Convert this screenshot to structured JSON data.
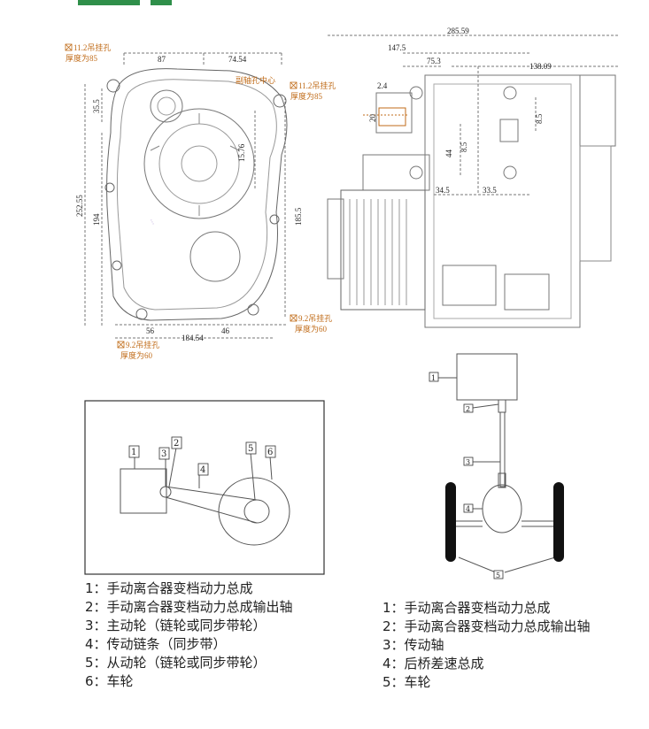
{
  "engine_drawing": {
    "labels": {
      "hole_tl_1": "11.2吊挂孔",
      "hole_tl_2": "厚度为85",
      "sub_shaft": "副轴孔中心",
      "hole_tr_1": "11.2吊挂孔",
      "hole_tr_2": "厚度为85",
      "hole_br_1": "9.2吊挂孔",
      "hole_br_2": "厚度为60",
      "hole_bl_1": "9.2吊挂孔",
      "hole_bl_2": "厚度为60"
    },
    "dims_left": {
      "d87": "87",
      "d7454": "74.54",
      "d355": "35.5",
      "d1576": "15.76",
      "d25255": "252.55",
      "d194": "194",
      "d1855": "185.5",
      "d56": "56",
      "d46": "46",
      "d18454": "184.54"
    },
    "dims_right": {
      "d28559": "285.59",
      "d1475": "147.5",
      "d753": "75.3",
      "d13809": "138.09",
      "d24": "2.4",
      "d20": "20",
      "d85a": "8.5",
      "d85b": "8.5",
      "d44": "44",
      "d345": "34.5",
      "d335": "33.5"
    }
  },
  "diagram1": {
    "callouts": [
      "1",
      "2",
      "3",
      "4",
      "5",
      "6"
    ]
  },
  "diagram2": {
    "callouts": [
      "1",
      "2",
      "3",
      "4",
      "5"
    ]
  },
  "legend1": [
    "1：手动离合器变档动力总成",
    "2：手动离合器变档动力总成输出轴",
    "3：主动轮（链轮或同步带轮）",
    "4：传动链条（同步带）",
    "5：从动轮（链轮或同步带轮）",
    "6：车轮"
  ],
  "legend2": [
    "1：手动离合器变档动力总成",
    "2：手动离合器变档动力总成输出轴",
    "3：传动轴",
    "4：后桥差速总成",
    "5：车轮"
  ],
  "colors": {
    "line": "#555555",
    "dimension": "#c06b18",
    "border": "#333333"
  }
}
